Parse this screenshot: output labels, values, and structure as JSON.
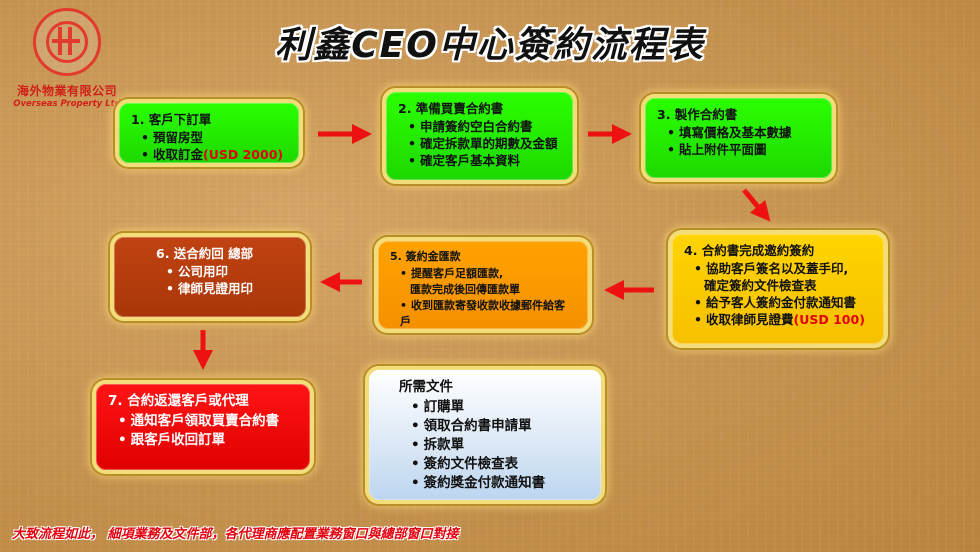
{
  "logo": {
    "name_cn": "海外物業有限公司",
    "name_en": "Overseas Property Ltd"
  },
  "title": "利鑫CEO中心簽約流程表",
  "steps": [
    {
      "head": "1. 客戶下訂單",
      "items": [
        "預留房型",
        "收取訂金"
      ],
      "highlight": "(USD 2000)"
    },
    {
      "head": "2. 準備買賣合約書",
      "items": [
        "申請簽約空白合約書",
        "確定拆款單的期數及金額",
        "確定客戶基本資料"
      ]
    },
    {
      "head": "3. 製作合約書",
      "items": [
        "填寫價格及基本數據",
        "貼上附件平面圖"
      ]
    },
    {
      "head": "4. 合約書完成邀約簽約",
      "items": [
        "協助客戶簽名以及蓋手印,",
        "給予客人簽約金付款通知書",
        "收取律師見證費"
      ],
      "item1_cont": "確定簽約文件檢查表",
      "highlight": "(USD 100)"
    },
    {
      "head": "5. 簽約金匯款",
      "items": [
        "提醒客戶足額匯款,",
        "收到匯款寄發收款收據郵件給客戶"
      ],
      "item1_cont": "匯款完成後回傳匯款單"
    },
    {
      "head": "6. 送合約回 總部",
      "items": [
        "公司用印",
        "律師見證用印"
      ]
    },
    {
      "head": "7. 合約返還客戶或代理",
      "items": [
        "通知客戶領取買賣合約書",
        "跟客戶收回訂單"
      ]
    }
  ],
  "docs": {
    "head": "所需文件",
    "items": [
      "訂購單",
      "領取合約書申請單",
      "拆款單",
      "簽約文件檢查表",
      "簽約獎金付款通知書"
    ]
  },
  "footer": "大致流程如此， 細項業務及文件部，各代理商應配置業務窗口與總部窗口對接",
  "colors": {
    "green": "#22f000",
    "yellow": "#ffd000",
    "orange": "#ff9a00",
    "brown": "#b53c0d",
    "red": "#f00000",
    "arrow": "#ee1111",
    "highlight": "#e3000f"
  }
}
